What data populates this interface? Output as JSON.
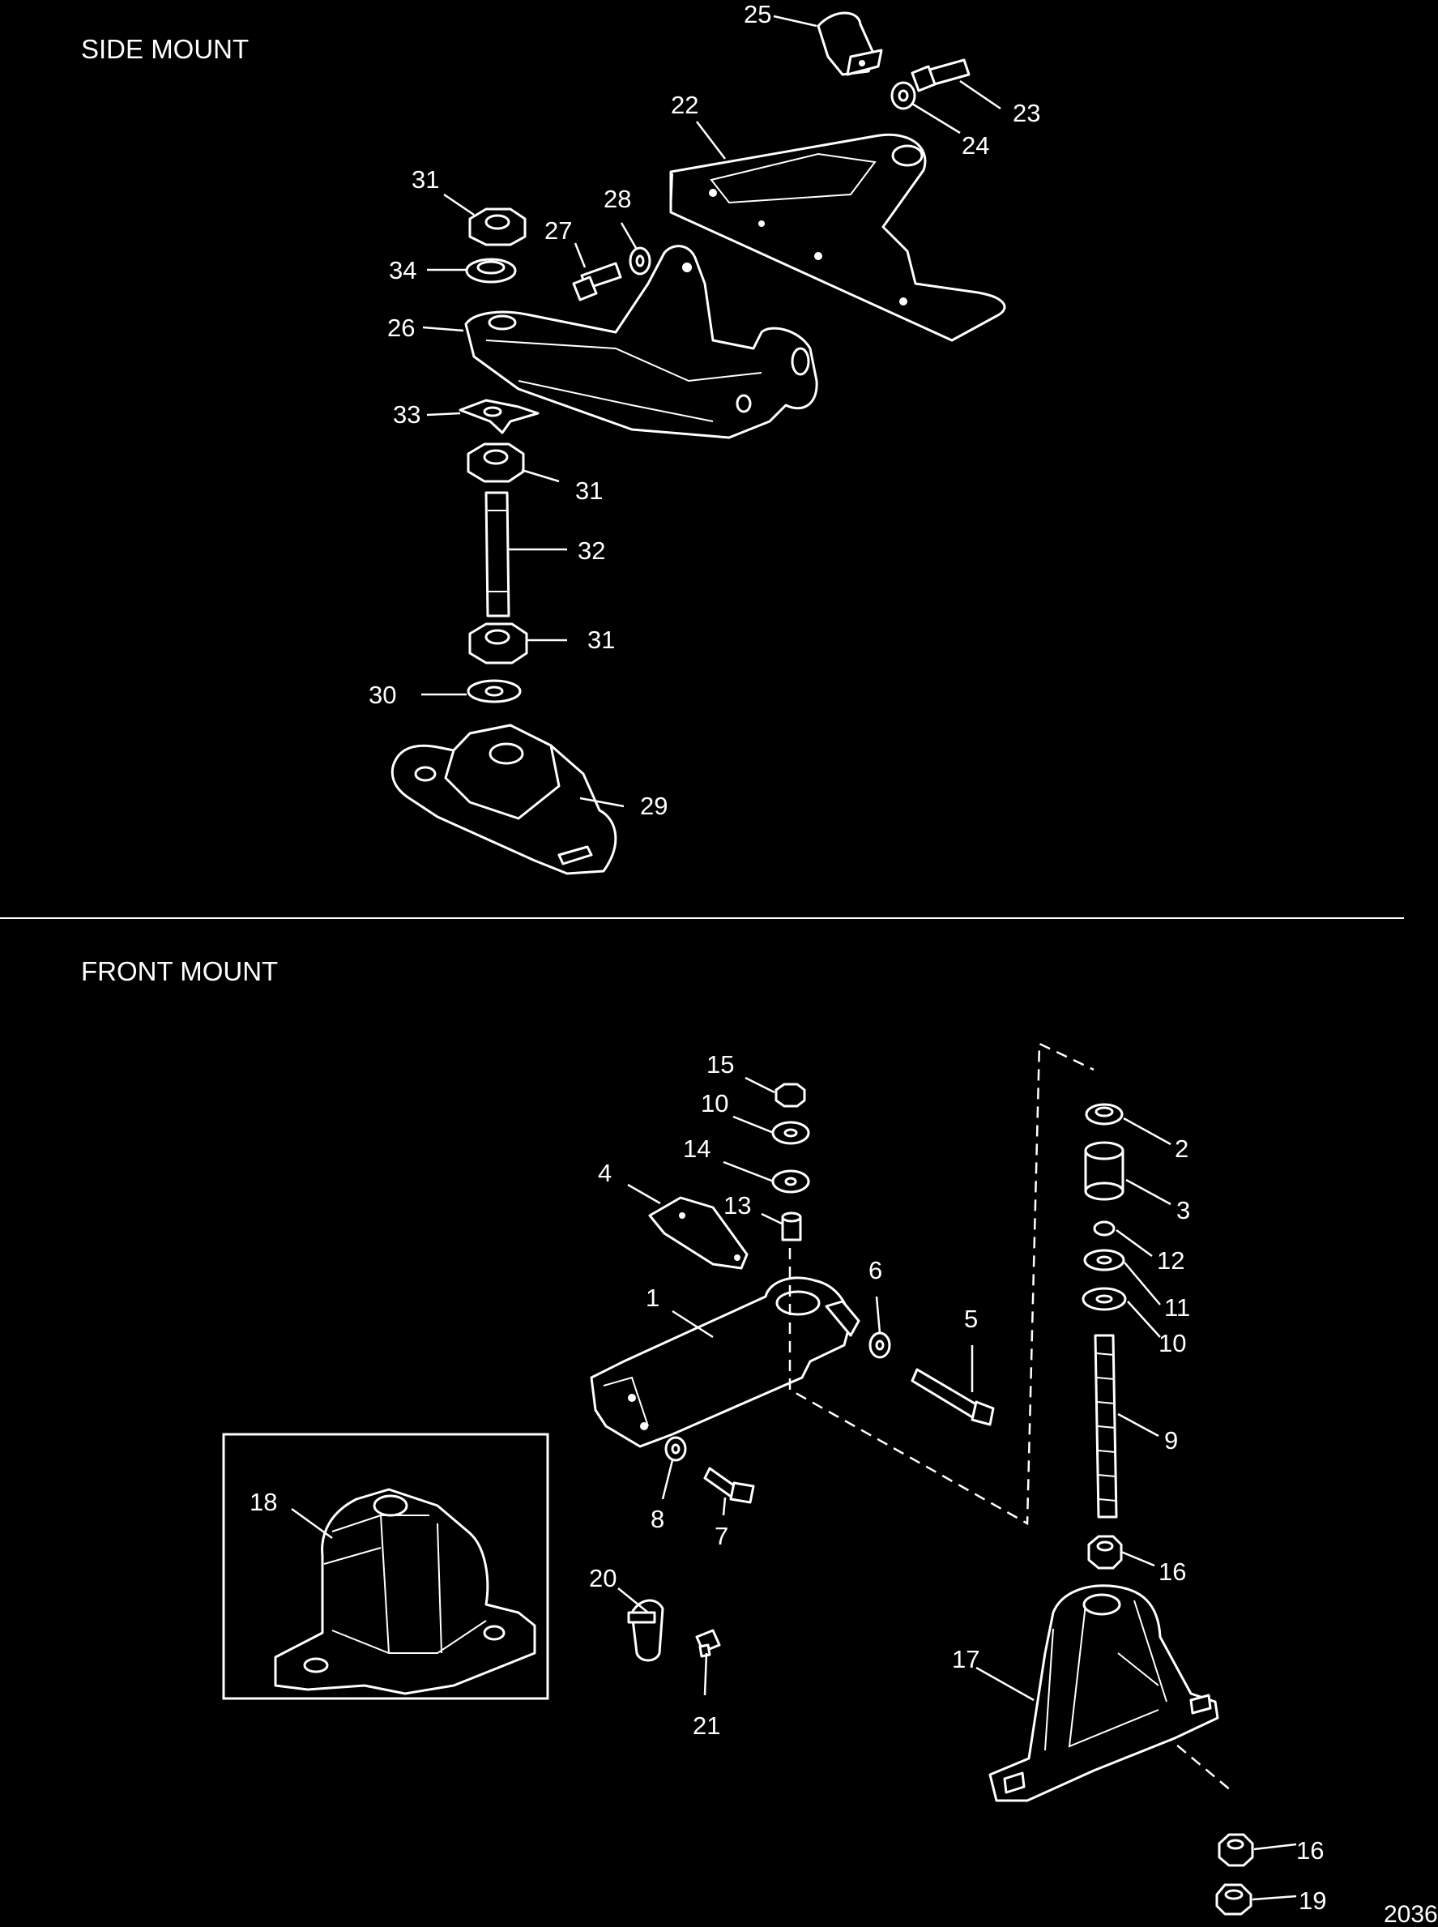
{
  "sections": {
    "side_mount_title": "SIDE MOUNT",
    "front_mount_title": "FRONT MOUNT"
  },
  "figure_number": "2036",
  "callouts": {
    "c25": "25",
    "c22": "22",
    "c23": "23",
    "c24": "24",
    "c31a": "31",
    "c28": "28",
    "c27": "27",
    "c34": "34",
    "c26": "26",
    "c33": "33",
    "c31b": "31",
    "c32": "32",
    "c31c": "31",
    "c30": "30",
    "c29": "29",
    "c15": "15",
    "c10a": "10",
    "c14": "14",
    "c4": "4",
    "c13": "13",
    "c6": "6",
    "c1": "1",
    "c5": "5",
    "c8": "8",
    "c7": "7",
    "c2": "2",
    "c3": "3",
    "c12": "12",
    "c11": "11",
    "c10b": "10",
    "c9": "9",
    "c16a": "16",
    "c17": "17",
    "c16b": "16",
    "c19": "19",
    "c18": "18",
    "c20": "20",
    "c21": "21"
  }
}
